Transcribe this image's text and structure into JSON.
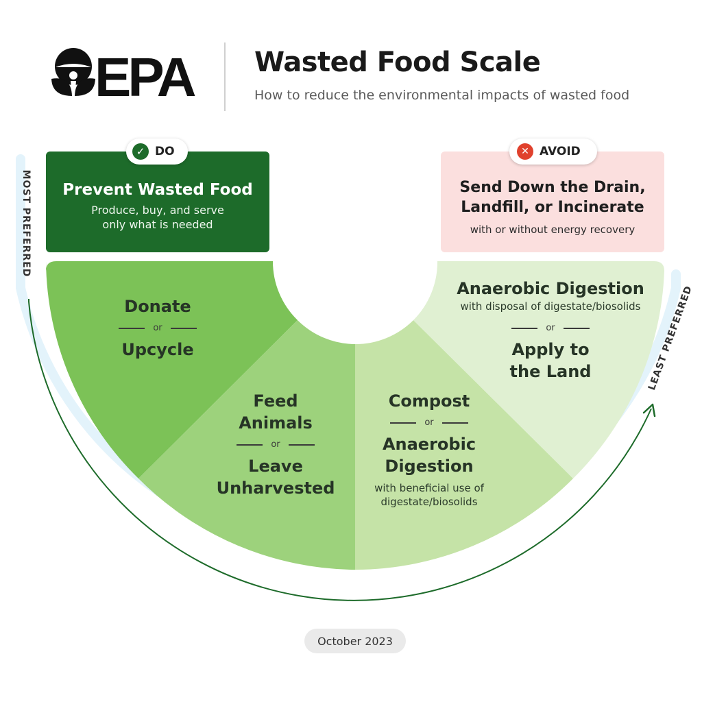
{
  "header": {
    "logo_text": "EPA",
    "logo_icon": "epa-flower-icon",
    "title": "Wasted Food Scale",
    "subtitle": "How to reduce the environmental impacts of wasted food"
  },
  "do_badge": {
    "label": "DO",
    "icon": "check-icon",
    "color": "#1d6b2a"
  },
  "avoid_badge": {
    "label": "AVOID",
    "icon": "x-icon",
    "color": "#e0412d"
  },
  "top_left": {
    "title": "Prevent Wasted Food",
    "desc_line1": "Produce, buy, and serve",
    "desc_line2": "only what is needed",
    "color": "#1d6b2a"
  },
  "top_right": {
    "title_line1": "Send Down the Drain,",
    "title_line2": "Landfill, or Incinerate",
    "desc": "with or without energy recovery",
    "color": "#fbdfde"
  },
  "segments": [
    {
      "line1": "Donate",
      "or": "or",
      "line2": "Upcycle",
      "color": "#7cc257"
    },
    {
      "line1a": "Feed",
      "line1b": "Animals",
      "or": "or",
      "line2a": "Leave",
      "line2b": "Unharvested",
      "color": "#9dd27c"
    },
    {
      "line1": "Compost",
      "or": "or",
      "line2a": "Anaerobic",
      "line2b": "Digestion",
      "desc_line1": "with beneficial use of",
      "desc_line2": "digestate/biosolids",
      "color": "#c5e3a7"
    },
    {
      "line1": "Anaerobic Digestion",
      "desc": "with disposal of digestate/biosolids",
      "or": "or",
      "line2a": "Apply to",
      "line2b": "the Land",
      "color": "#e0f0d2"
    }
  ],
  "side_labels": {
    "most": "MOST PREFERRED",
    "least": "LEAST PREFERRED"
  },
  "footer": {
    "date": "October 2023"
  }
}
